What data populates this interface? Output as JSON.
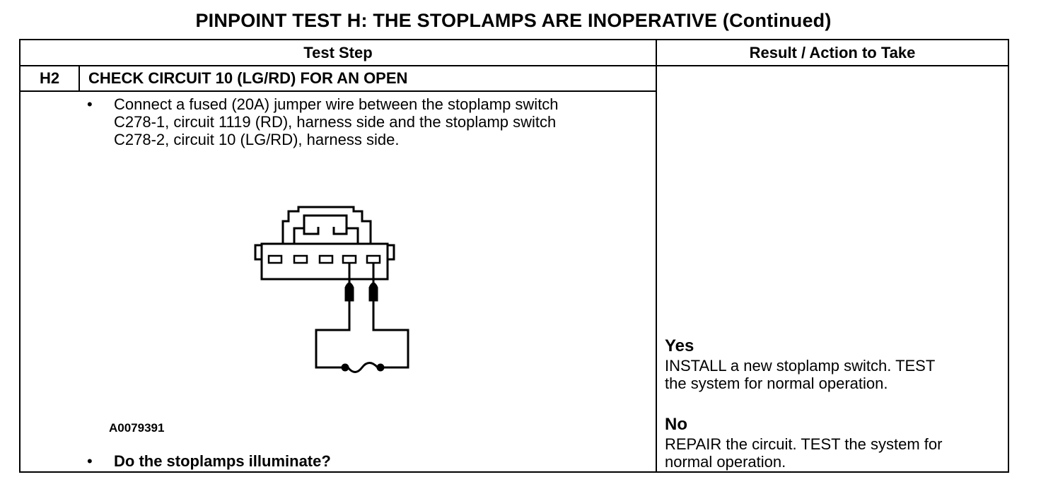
{
  "title": "PINPOINT TEST  H: THE STOPLAMPS ARE INOPERATIVE (Continued)",
  "table": {
    "header_step": "Test Step",
    "header_result": "Result / Action to Take"
  },
  "step": {
    "id": "H2",
    "title": "CHECK CIRCUIT 10 (LG/RD) FOR AN OPEN",
    "bullet_symbol": "•",
    "instruction_lines": [
      "Connect a fused (20A) jumper wire between the stoplamp switch",
      "C278-1, circuit 1119 (RD), harness side and the stoplamp switch",
      "C278-2, circuit 10 (LG/RD), harness side."
    ],
    "figure_id": "A0079391",
    "question": "Do the stoplamps illuminate?"
  },
  "results": {
    "yes_label": "Yes",
    "yes_lines": [
      "INSTALL a new stoplamp switch.  TEST",
      "the system for normal operation."
    ],
    "no_label": "No",
    "no_lines": [
      "REPAIR the circuit. TEST the system for",
      "normal operation."
    ]
  },
  "icons": {
    "diagram": "connector-jumper-wire-diagram"
  }
}
